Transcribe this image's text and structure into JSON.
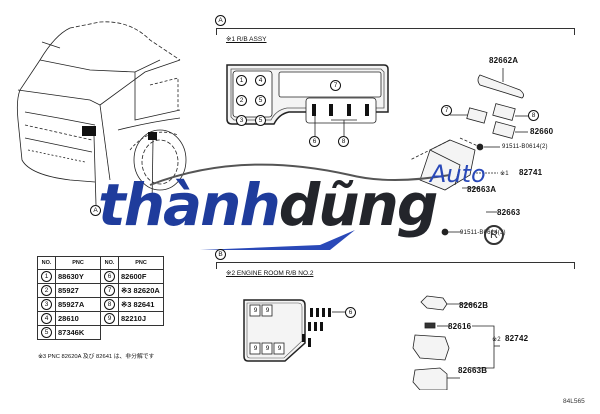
{
  "section_a": {
    "marker": "A",
    "title": "※1 R/B ASSY",
    "relay_block": {
      "slots": [
        "1",
        "4",
        "2",
        "5",
        "3",
        "5"
      ],
      "big_slot": "7",
      "callouts": [
        "6",
        "8"
      ]
    },
    "parts": [
      {
        "pnc": "82662A"
      },
      {
        "callout": "7"
      },
      {
        "callout": "8"
      },
      {
        "pnc": "82660"
      },
      {
        "pnc": "91511-B0614(2)"
      },
      {
        "pnc": "82741",
        "note": "※1"
      },
      {
        "pnc": "82663A"
      },
      {
        "pnc": "82663"
      },
      {
        "pnc": "91511-B0614(3)"
      }
    ]
  },
  "section_b": {
    "marker": "B",
    "title": "※2 ENGINE ROOM R/B NO.2",
    "relay_block": {
      "slots_top": [
        "9",
        "9"
      ],
      "slots_bottom": [
        "9",
        "9",
        "9"
      ],
      "callout": "6"
    },
    "parts": [
      {
        "pnc": "82662B"
      },
      {
        "pnc": "82616"
      },
      {
        "pnc": "82742",
        "note": "※2"
      },
      {
        "pnc": "82663B"
      }
    ]
  },
  "vehicle": {
    "markers": [
      "A",
      "B"
    ]
  },
  "pnc_table": {
    "headers": [
      "NO.",
      "PNC",
      "NO.",
      "PNC"
    ],
    "left": [
      {
        "no": "1",
        "pnc": "88630Y"
      },
      {
        "no": "2",
        "pnc": "85927"
      },
      {
        "no": "3",
        "pnc": "85927A"
      },
      {
        "no": "4",
        "pnc": "28610"
      },
      {
        "no": "5",
        "pnc": "87346K"
      }
    ],
    "right": [
      {
        "no": "6",
        "pnc": "82600F"
      },
      {
        "no": "7",
        "pnc": "※3 82620A"
      },
      {
        "no": "8",
        "pnc": "※3 82641"
      },
      {
        "no": "9",
        "pnc": "82210J"
      }
    ]
  },
  "footnote": "※3 PNC 82620A 及び 82641 は、非分解です",
  "figure_id": "84L565",
  "watermark": {
    "part1": "thành",
    "part2": "dũng",
    "auto": "Auto",
    "reg": "R",
    "colors": {
      "blue": "#1f3c9c",
      "dark": "#23252b"
    }
  }
}
